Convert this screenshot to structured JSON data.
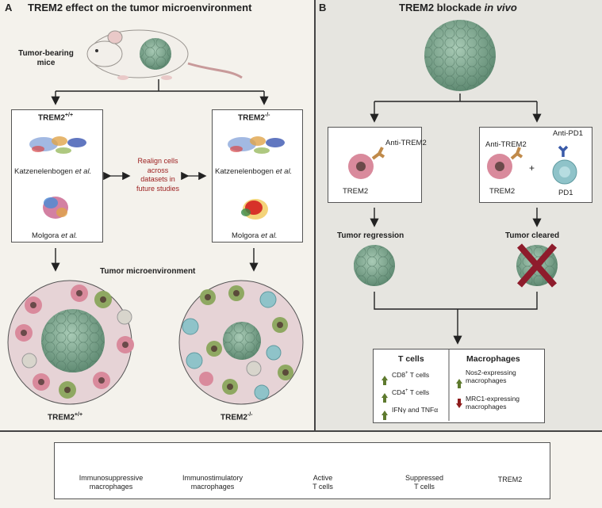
{
  "panelA": {
    "letter": "A",
    "title": "TREM2 effect on the tumor microenvironment",
    "mice_label_1": "Tumor-bearing",
    "mice_label_2": "mice",
    "left_box_title": "TREM2",
    "left_box_sup": "+/+",
    "right_box_title": "TREM2",
    "right_box_sup": "-/-",
    "kat_left": "Katzenelenbogen",
    "kat_etal": "et al.",
    "mol_left": "Molgora",
    "mol_etal": "et al.",
    "kat_right": "Katzenelenbogen",
    "mol_right": "Molgora",
    "realign_1": "Realign cells",
    "realign_2": "across",
    "realign_3": "datasets in",
    "realign_4": "future studies",
    "tme_title": "Tumor microenvironment",
    "bottom_left": "TREM2",
    "bottom_left_sup": "+/+",
    "bottom_right": "TREM2",
    "bottom_right_sup": "-/-"
  },
  "panelB": {
    "letter": "B",
    "title_main": "TREM2 blockade ",
    "title_italic": "in vivo",
    "anti_trem2_left": "Anti-TREM2",
    "trem2_left": "TREM2",
    "anti_trem2_right": "Anti-TREM2",
    "anti_pd1": "Anti-PD1",
    "trem2_right": "TREM2",
    "pd1": "PD1",
    "plus": "+",
    "regression": "Tumor regression",
    "cleared": "Tumor cleared",
    "tcells_title": "T cells",
    "macro_title": "Macrophages",
    "cd8": "CD8",
    "cd8_sup": "+",
    "cd8_rest": " T cells",
    "cd4": "CD4",
    "cd4_sup": "+",
    "cd4_rest": " T cells",
    "ifn": "IFNγ and TNFα",
    "nos2_1": "Nos2-expressing",
    "nos2_2": "macrophages",
    "mrc1_1": "MRC1-expressing",
    "mrc1_2": "macrophages"
  },
  "legend": {
    "immunosuppressive_1": "Immunosuppressive",
    "immunosuppressive_2": "macrophages",
    "immunostimulatory_1": "Immunostimulatory",
    "immunostimulatory_2": "macrophages",
    "active_1": "Active",
    "active_2": "T cells",
    "suppressed_1": "Suppressed",
    "suppressed_2": "T cells",
    "trem2": "TREM2"
  },
  "colors": {
    "tumor": "#7fa891",
    "pink_macrophage": "#d98a9c",
    "green_macrophage": "#8fa862",
    "active_tcell": "#8fc3c9",
    "suppressed_tcell": "#d8d5cc",
    "trem2": "#7b2a36",
    "up_arrow": "#5e7a2e",
    "down_arrow": "#8e1c1c"
  }
}
